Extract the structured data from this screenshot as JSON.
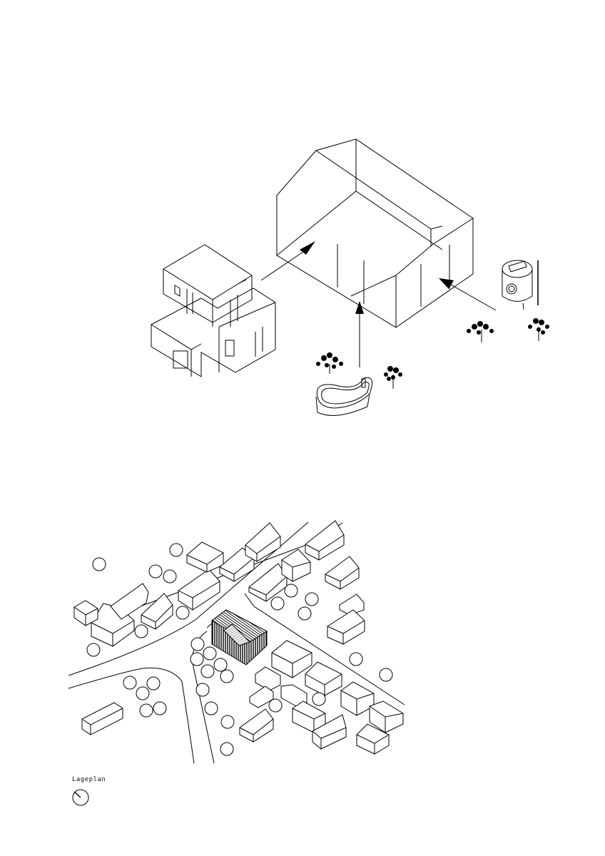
{
  "drawing": {
    "type": "architectural sheet",
    "upper_view": {
      "description": "Exploded isometric concept diagram",
      "elements": [
        {
          "id": "modular-house",
          "description": "Stacked cubic volumes with openings"
        },
        {
          "id": "gable-house-outline",
          "description": "Wireframe gable-roof house volume"
        },
        {
          "id": "pool",
          "description": "Kidney-shaped pool with ladder"
        },
        {
          "id": "water-tank",
          "description": "Cylindrical tank with porthole"
        },
        {
          "id": "trees",
          "count": 4
        }
      ],
      "arrows": 3,
      "colors": {
        "line": "#000000",
        "background": "#ffffff"
      }
    },
    "site_plan": {
      "label": "Lageplan",
      "north_arrow": "circle-with-needle",
      "highlighted_building": "hatched gable building",
      "colors": {
        "line": "#000000",
        "hatch": "#000000"
      }
    }
  }
}
